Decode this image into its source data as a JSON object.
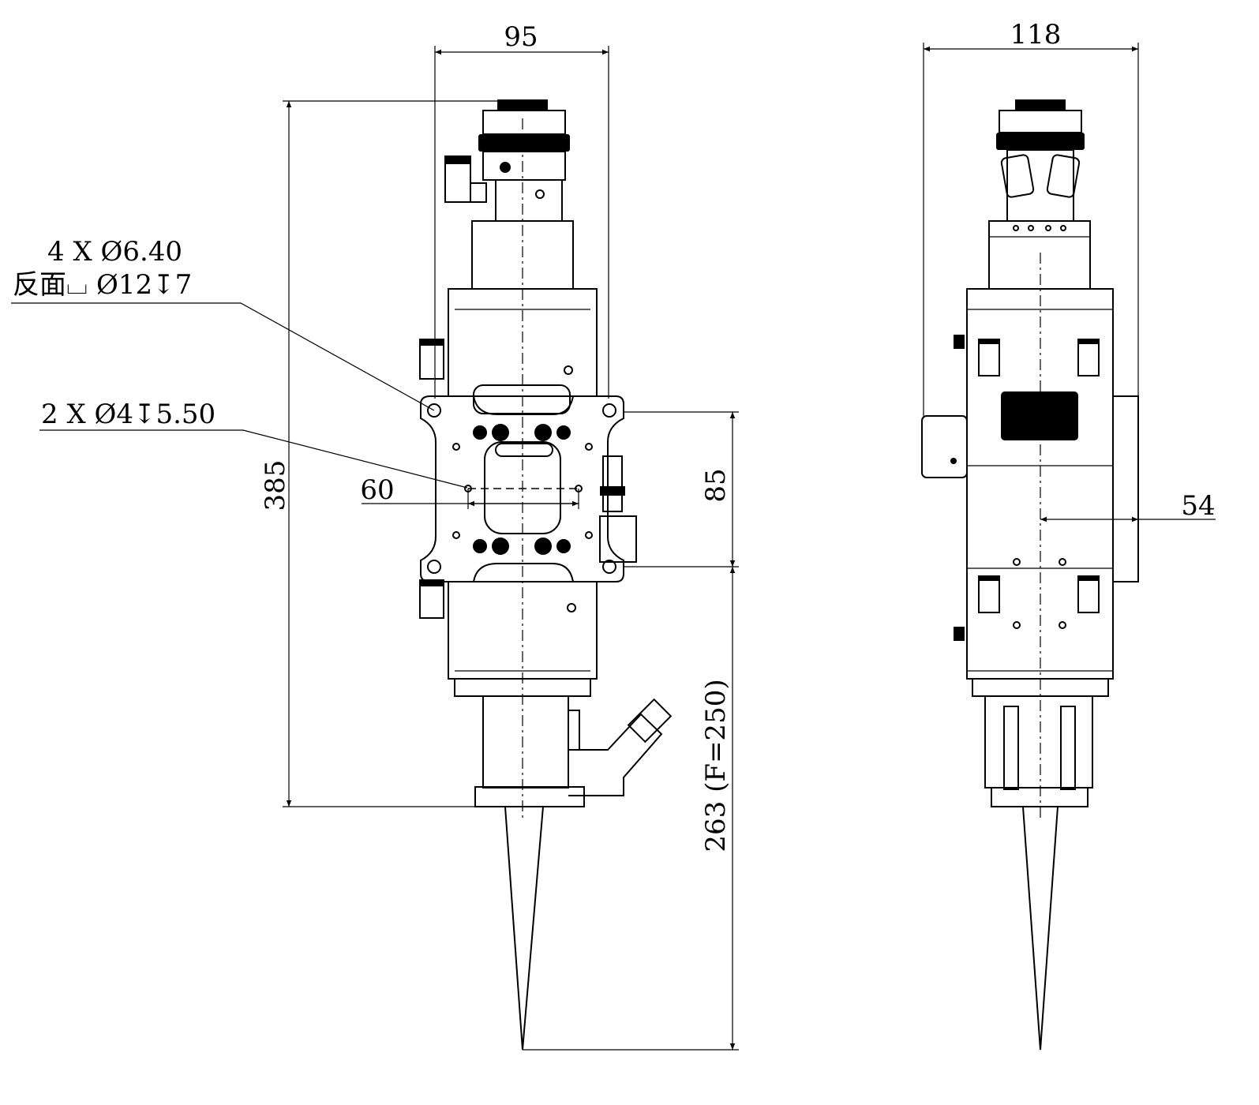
{
  "title": "Laser cutting head outline drawing",
  "front_view": {
    "dim_width": "95",
    "dim_height": "385",
    "dim_mount_height": "85",
    "dim_focal": "263 (F=250)",
    "dim_hole_spacing": "60",
    "note_holes_line1": "4 X Ø6.40",
    "note_holes_line2": "反面⌴ Ø12↧7",
    "note_pin_holes": "2 X Ø4↧5.50"
  },
  "side_view": {
    "dim_width": "118",
    "dim_offset": "54"
  }
}
